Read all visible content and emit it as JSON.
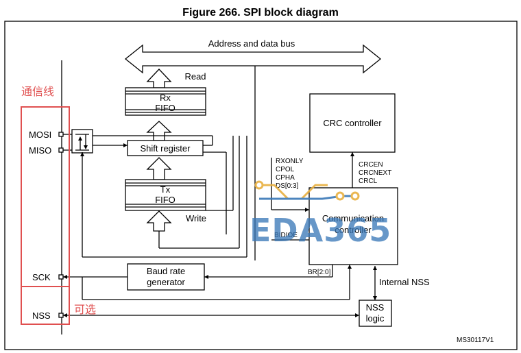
{
  "figure_title": "Figure 266. SPI block diagram",
  "bus_label": "Address and data bus",
  "read_label": "Read",
  "write_label": "Write",
  "rx_fifo": {
    "line1": "Rx",
    "line2": "FIFO"
  },
  "tx_fifo": {
    "line1": "Tx",
    "line2": "FIFO"
  },
  "shift_register": "Shift register",
  "crc_controller": "CRC controller",
  "comm_controller": {
    "line1": "Communication",
    "line2": "controller"
  },
  "baud_rate": {
    "line1": "Baud rate",
    "line2": "generator"
  },
  "nss_logic": {
    "line1": "NSS",
    "line2": "logic"
  },
  "pins": {
    "mosi": "MOSI",
    "miso": "MISO",
    "sck": "SCK",
    "nss": "NSS"
  },
  "signals": {
    "rxonly": "RXONLY",
    "cpol": "CPOL",
    "cpha": "CPHA",
    "ds": "DS[0:3]",
    "bidioe": "BIDIOE",
    "crcen": "CRCEN",
    "crcnext": "CRCNEXT",
    "crcl": "CRCL",
    "br": "BR[2:0]",
    "internal_nss": "Internal NSS"
  },
  "annotations": {
    "comm_lines": "通信线",
    "optional": "可选"
  },
  "watermark": "EDA365",
  "figure_id": "MS30117V1",
  "colors": {
    "annotation": "#e05050",
    "watermark": "#3a78b8",
    "watermark_trace": "#e8b040"
  }
}
